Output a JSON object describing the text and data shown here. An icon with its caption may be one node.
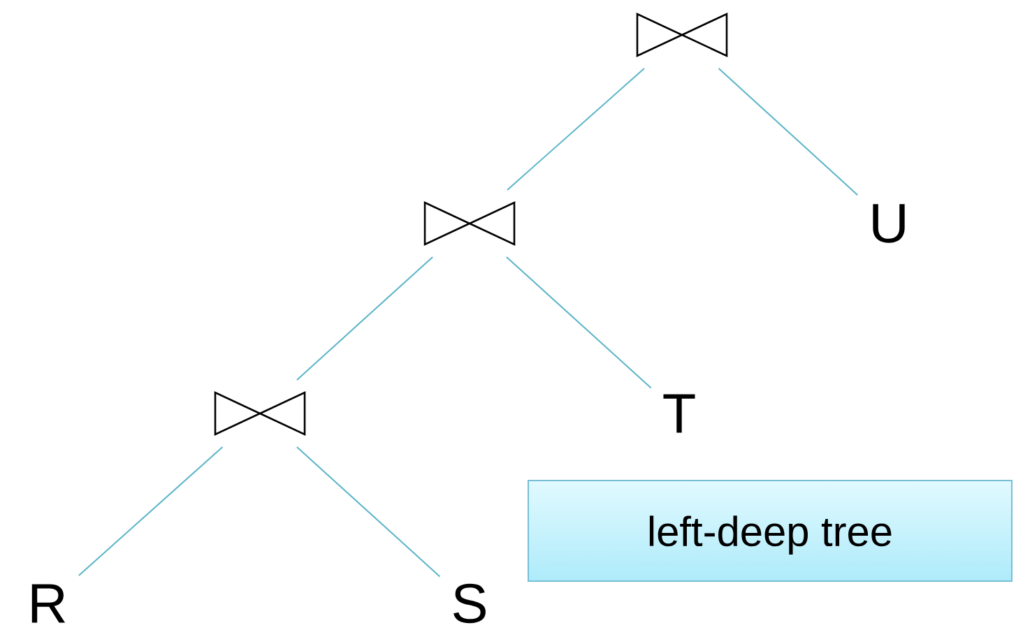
{
  "diagram": {
    "nodes": [
      {
        "text": [],
        "shape": "bowtie"
      },
      {
        "text": [],
        "shape": "bowtie"
      },
      {
        "text": [
          "U"
        ]
      },
      {
        "text": [],
        "shape": "bowtie"
      },
      {
        "text": [
          "T"
        ]
      },
      {
        "text": [
          "R"
        ]
      },
      {
        "text": [
          "S"
        ]
      },
      {
        "text": [
          "left-deep tree"
        ]
      }
    ],
    "edges": [
      {
        "from": 0,
        "to": 1,
        "arrow": "none"
      },
      {
        "from": 0,
        "to": 2,
        "arrow": "none"
      },
      {
        "from": 1,
        "to": 3,
        "arrow": "none"
      },
      {
        "from": 1,
        "to": 4,
        "arrow": "none"
      },
      {
        "from": 3,
        "to": 5,
        "arrow": "none"
      },
      {
        "from": 3,
        "to": 6,
        "arrow": "none"
      }
    ]
  }
}
